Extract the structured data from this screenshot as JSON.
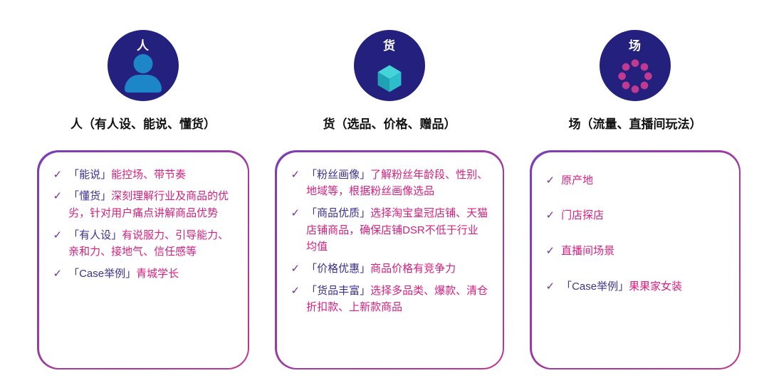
{
  "check_glyph": "✓",
  "colors": {
    "background": "#ffffff",
    "badge-bg": "#24217e",
    "badge-label": "#ffffff",
    "person-blue": "#1d86c8",
    "cube-top": "#45d3da",
    "cube-left": "#1fa3b4",
    "cube-right": "#2dbecb",
    "dot-magenta": "#c03a92",
    "heading": "#111111",
    "term": "#3b3191",
    "desc": "#d4217f",
    "check": "#7030a0",
    "border-start": "#7b3fb5",
    "border-end": "#c0368f"
  },
  "columns": [
    {
      "icon": {
        "label": "人",
        "name": "person"
      },
      "heading": "人（有人设、能说、懂货）",
      "items": [
        {
          "term": "「能说」",
          "desc": "能控场、带节奏"
        },
        {
          "term": "「懂货」",
          "desc": "深刻理解行业及商品的优劣，针对用户痛点讲解商品优势"
        },
        {
          "term": "「有人设」",
          "desc": "有说服力、引导能力、亲和力、接地气、信任感等"
        },
        {
          "term": "「Case举例」",
          "desc": "青城学长"
        }
      ]
    },
    {
      "icon": {
        "label": "货",
        "name": "cube"
      },
      "heading": "货（选品、价格、赠品）",
      "items": [
        {
          "term": "「粉丝画像」",
          "desc": "了解粉丝年龄段、性别、地域等，根据粉丝画像选品"
        },
        {
          "term": "「商品优质」",
          "desc": "选择淘宝皇冠店铺、天猫店铺商品，确保店铺DSR不低于行业均值"
        },
        {
          "term": "「价格优惠」",
          "desc": "商品价格有竞争力"
        },
        {
          "term": "「货品丰富」",
          "desc": "选择多品类、爆款、清仓折扣款、上新款商品"
        }
      ]
    },
    {
      "icon": {
        "label": "场",
        "name": "dots"
      },
      "heading": "场（流量、直播间玩法）",
      "items": [
        {
          "term": "",
          "desc": "原产地"
        },
        {
          "term": "",
          "desc": "门店探店"
        },
        {
          "term": "",
          "desc": "直播间场景"
        },
        {
          "term": "「Case举例」",
          "desc": "果果家女装"
        }
      ]
    }
  ]
}
